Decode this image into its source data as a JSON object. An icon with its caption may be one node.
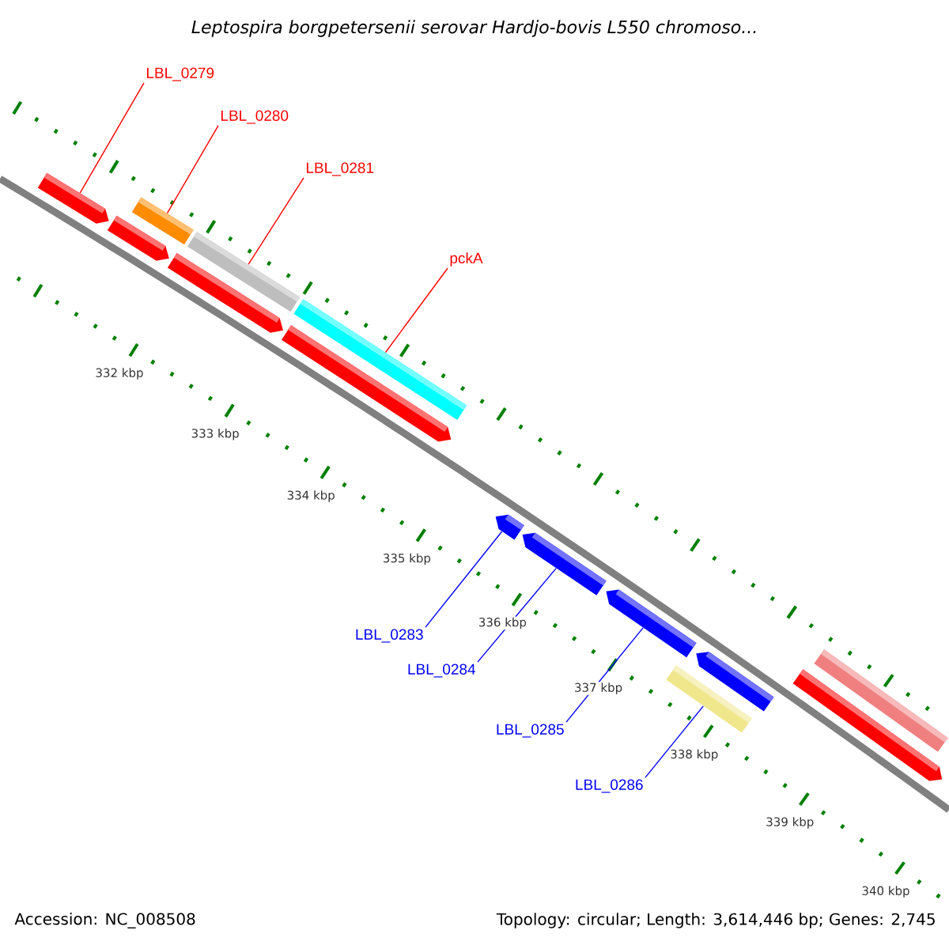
{
  "diagram": {
    "title": "Leptospira borgpetersenii serovar Hardjo-bovis L550 chromoso...",
    "nodes": [
      {
        "text": [
          "LBL_0279"
        ]
      },
      {
        "text": [
          "LBL_0280"
        ]
      },
      {
        "text": [
          "LBL_0281"
        ]
      },
      {
        "text": [
          "pckA"
        ]
      },
      {
        "text": [
          "LBL_0283"
        ]
      },
      {
        "text": [
          "LBL_0284"
        ]
      },
      {
        "text": [
          "LBL_0285"
        ]
      },
      {
        "text": [
          "LBL_0286"
        ]
      },
      {
        "text": [],
        "shape": "bar"
      },
      {
        "text": [],
        "shape": "bar"
      },
      {
        "text": [],
        "shape": "bar"
      },
      {
        "text": [],
        "shape": "bar"
      },
      {
        "text": [],
        "shape": "bar"
      },
      {
        "text": [],
        "shape": "bar"
      },
      {
        "text": [],
        "shape": "bar"
      },
      {
        "text": [],
        "shape": "bar"
      },
      {
        "text": [],
        "shape": "bar"
      },
      {
        "text": [],
        "shape": "bar"
      },
      {
        "text": [],
        "shape": "bar"
      },
      {
        "text": [],
        "shape": "bar"
      },
      {
        "text": [],
        "shape": "bar"
      },
      {
        "text": [],
        "shape": "bar"
      }
    ],
    "edges": [
      {
        "from": 0,
        "to": 8,
        "arrow": "none",
        "color": "#ff0000"
      },
      {
        "from": 1,
        "to": 9,
        "arrow": "none",
        "color": "#ff0000"
      },
      {
        "from": 2,
        "to": 10,
        "arrow": "none",
        "color": "#ff0000"
      },
      {
        "from": 3,
        "to": 11,
        "arrow": "none",
        "color": "#ff0000"
      },
      {
        "from": 4,
        "to": 12,
        "arrow": "none",
        "color": "#0000ff"
      },
      {
        "from": 5,
        "to": 13,
        "arrow": "none",
        "color": "#0000ff"
      },
      {
        "from": 6,
        "to": 14,
        "arrow": "none",
        "color": "#0000ff"
      },
      {
        "from": 7,
        "to": 15,
        "arrow": "none",
        "color": "#0000ff"
      }
    ],
    "labels": [
      "332 kbp",
      "333 kbp",
      "334 kbp",
      "335 kbp",
      "336 kbp",
      "337 kbp",
      "338 kbp",
      "339 kbp",
      "340 kbp",
      "Accession: NC_008508",
      "Topology: circular; Length: 3,614,446 bp; Genes: 2,745"
    ]
  }
}
